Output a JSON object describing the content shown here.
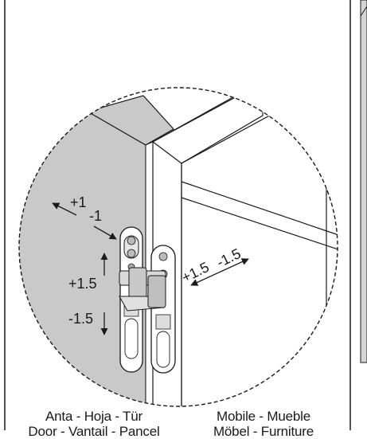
{
  "labels": {
    "plus1": "+1",
    "minus1": "-1",
    "plus15_vertical": "+1.5",
    "minus15_vertical": "-1.5",
    "plus15_diag": "+1.5",
    "minus15_diag": "-1.5"
  },
  "captions": {
    "door_line1": "Anta - Hoja - Tür",
    "door_line2": "Door - Vantail - Pancel",
    "furniture_line1": "Mobile - Mueble",
    "furniture_line2": "Möbel - Furniture"
  },
  "colors": {
    "door_fill": "#c9c9c9",
    "panel_fill": "#d4d4d4",
    "line": "#1a1a1a"
  }
}
